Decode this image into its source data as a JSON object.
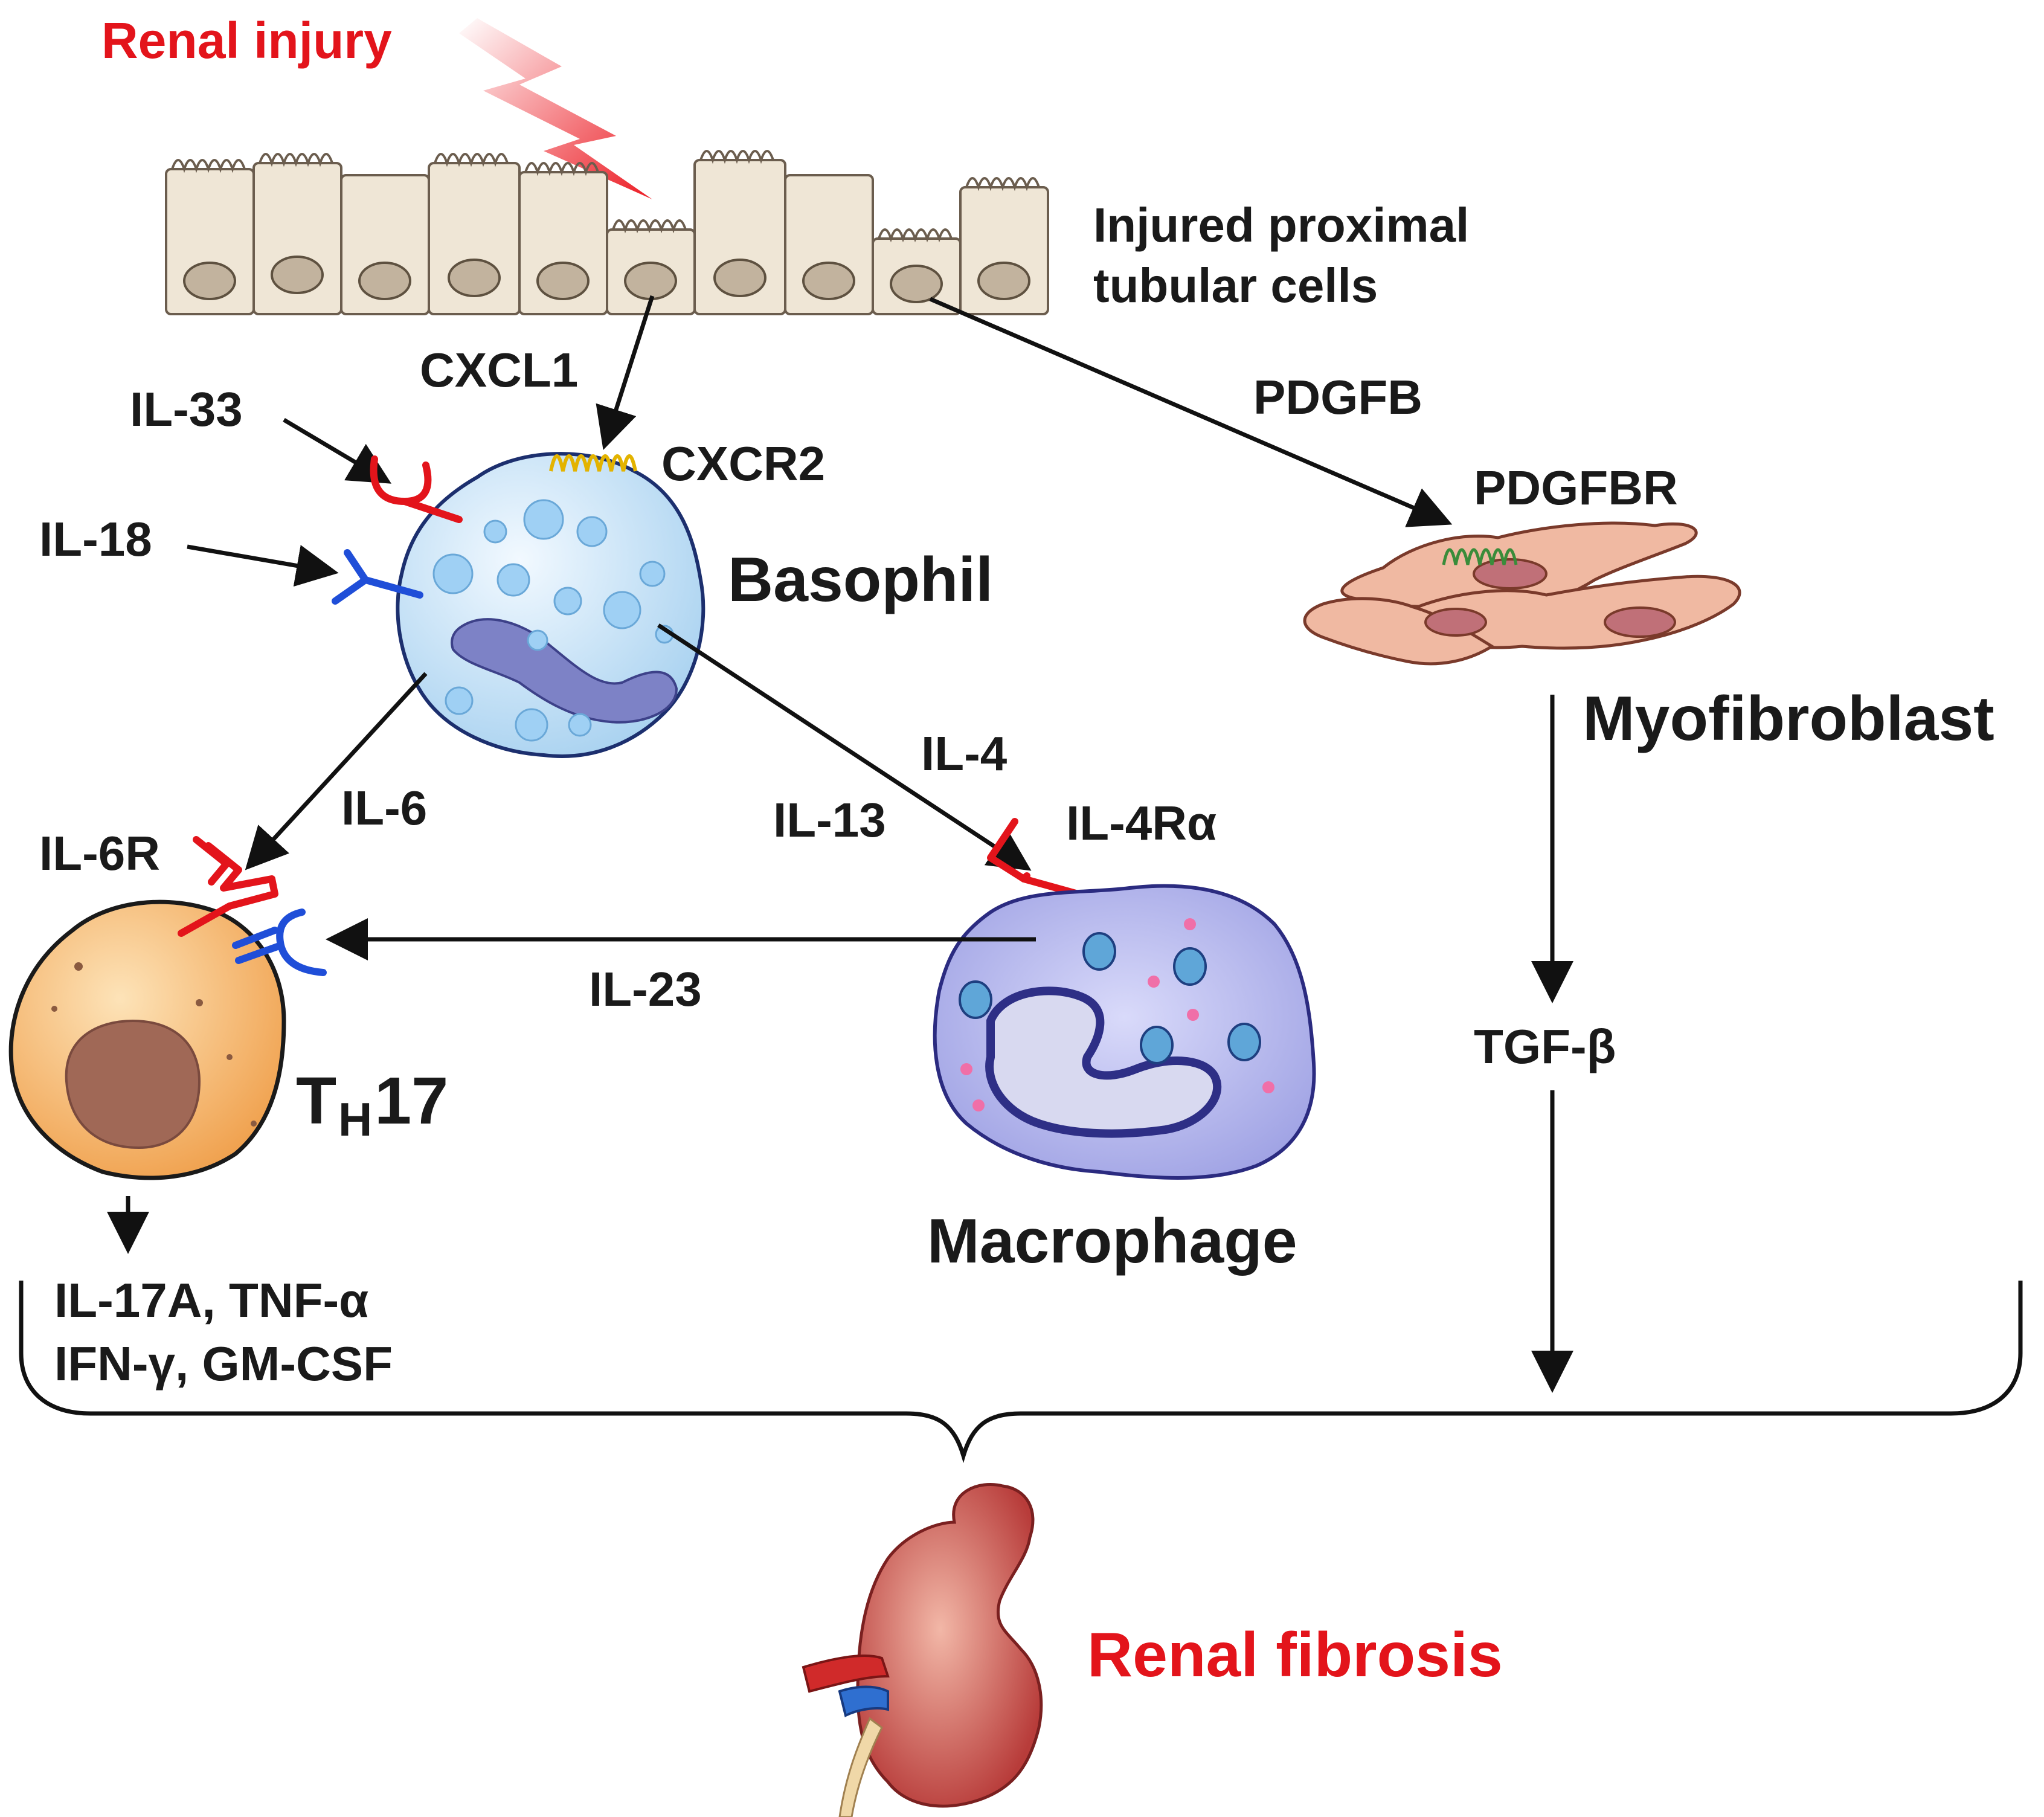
{
  "title": "",
  "labels": {
    "renal_injury": "Renal  injury",
    "tubular_line1": "Injured  proximal",
    "tubular_line2": "tubular  cells",
    "cxcl1": "CXCL1",
    "cxcr2": "CXCR2",
    "il33": "IL-33",
    "il18": "IL-18",
    "basophil": "Basophil",
    "pdgfb": "PDGFB",
    "pdgfbr": "PDGFBR",
    "myofibroblast": "Myofibroblast",
    "il6": "IL-6",
    "il6r": "IL-6R",
    "il4": "IL-4",
    "il13": "IL-13",
    "il4ra": "IL-4Rα",
    "il23": "IL-23",
    "th17_main": "T",
    "th17_sub": "H",
    "th17_num": "17",
    "macrophage": "Macrophage",
    "tgfb": "TGF-β",
    "cytokines_line1": "IL-17A, TNF-α",
    "cytokines_line2": "IFN-γ, GM-CSF",
    "renal_fibrosis": "Renal fibrosis"
  },
  "colors": {
    "label_red": "#e3141b",
    "tubular_fill": "#efe6d6",
    "basophil_fill": "#cfe6f6",
    "macrophage_fill": "#bdbff0",
    "th17_fill": "#f6b86a",
    "myofibroblast_fill": "#f0b9a2",
    "kidney_fill": "#c9534f"
  }
}
